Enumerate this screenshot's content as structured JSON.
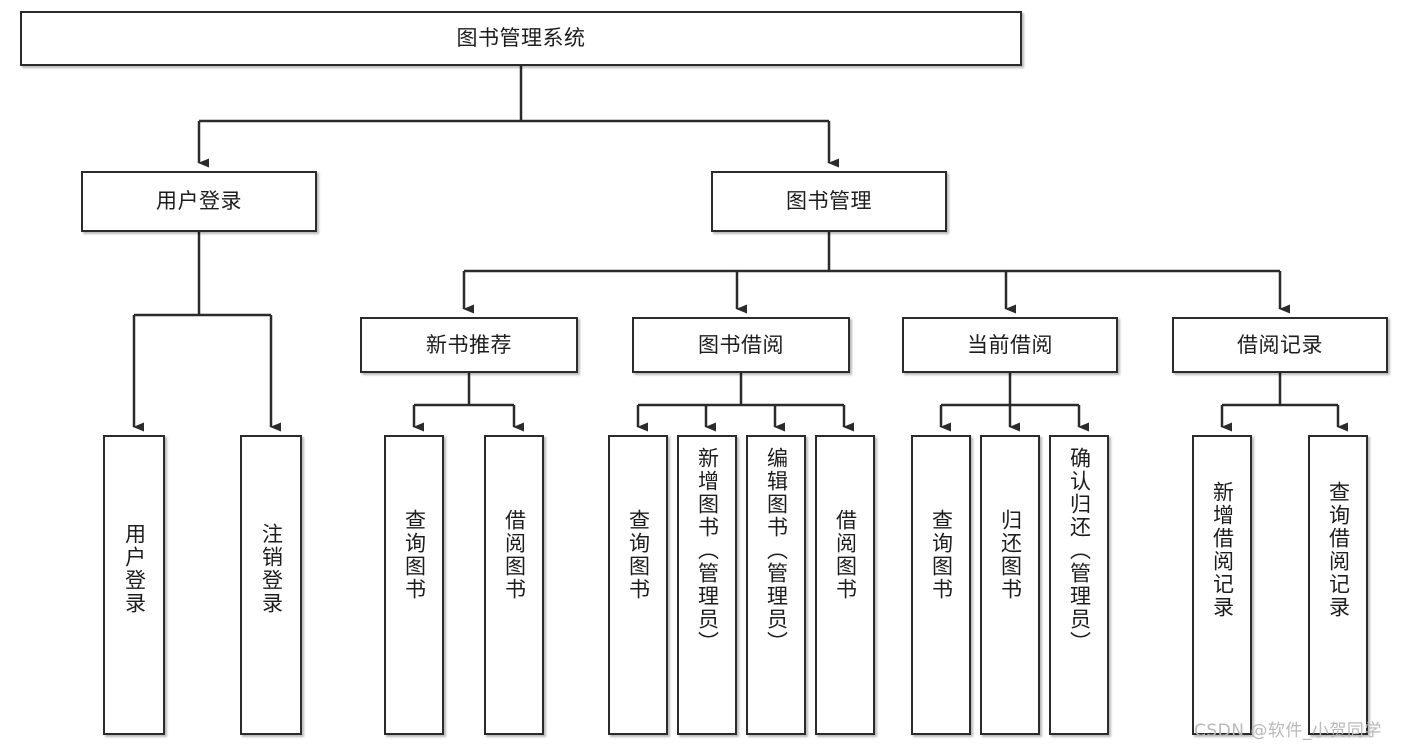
{
  "diagram": {
    "title": "图书管理系统",
    "type": "tree-hierarchy-diagram",
    "watermark": "CSDN @软件_小贺同学",
    "accent_color": "#2b2b2b",
    "background_color": "#ffffff",
    "root": {
      "label": "图书管理系统"
    },
    "level1": [
      {
        "label": "用户登录"
      },
      {
        "label": "图书管理"
      }
    ],
    "level2": [
      {
        "label": "新书推荐"
      },
      {
        "label": "图书借阅"
      },
      {
        "label": "当前借阅"
      },
      {
        "label": "借阅记录"
      }
    ],
    "leaves_user_login": [
      {
        "label": "用户登录"
      },
      {
        "label": "注销登录"
      }
    ],
    "leaves_new_book": [
      {
        "label": "查询图书"
      },
      {
        "label": "借阅图书"
      }
    ],
    "leaves_borrow": [
      {
        "label": "查询图书"
      },
      {
        "label": "新增图书（管理员）"
      },
      {
        "label": "编辑图书（管理员）"
      },
      {
        "label": "借阅图书"
      }
    ],
    "leaves_current": [
      {
        "label": "查询图书"
      },
      {
        "label": "归还图书"
      },
      {
        "label": "确认归还（管理员）"
      }
    ],
    "leaves_record": [
      {
        "label": "新增借阅记录"
      },
      {
        "label": "查询借阅记录"
      }
    ]
  }
}
